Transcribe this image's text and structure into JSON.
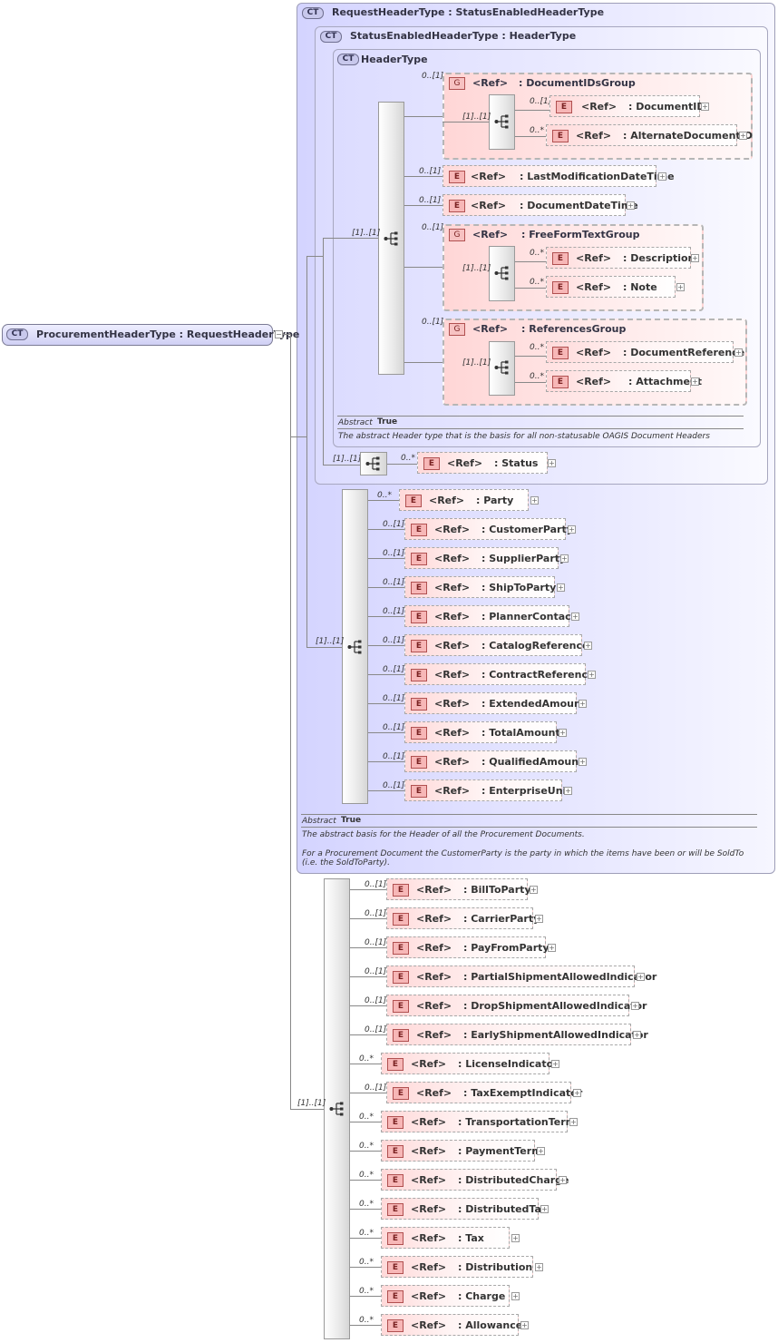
{
  "root": {
    "badge": "CT",
    "label": "ProcurementHeaderType : RequestHeaderType"
  },
  "request_header": {
    "badge": "CT",
    "label": "RequestHeaderType : StatusEnabledHeaderType"
  },
  "status_enabled": {
    "badge": "CT",
    "label": "StatusEnabledHeaderType : HeaderType"
  },
  "header_type": {
    "badge": "CT",
    "label": "HeaderType",
    "abstract_label": "Abstract",
    "abstract_value": "True",
    "doc": "The abstract Header type that is the basis for all non-statusable OAGIS Document Headers"
  },
  "common": {
    "ref": "<Ref>",
    "e": "E",
    "g": "G",
    "plus": "+"
  },
  "groups": {
    "doc_ids": {
      "card": "0..[1]",
      "seq_card": "[1]..[1]",
      "name": ": DocumentIDsGroup"
    },
    "free_form": {
      "card": "0..[1]",
      "seq_card": "[1]..[1]",
      "name": ": FreeFormTextGroup"
    },
    "references": {
      "card": "0..[1]",
      "seq_card": "[1]..[1]",
      "name": ": ReferencesGroup"
    }
  },
  "header_seq_card": "[1]..[1]",
  "elements": {
    "document_id": {
      "card": "0..[1]",
      "name": ": DocumentID"
    },
    "alternate_document_id": {
      "card": "0..*",
      "name": ": AlternateDocumentID"
    },
    "last_modification": {
      "card": "0..[1]",
      "name": ": LastModificationDateTime"
    },
    "document_date_time": {
      "card": "0..[1]",
      "name": ": DocumentDateTime"
    },
    "description": {
      "card": "0..*",
      "name": ": Description"
    },
    "note": {
      "card": "0..*",
      "name": ": Note"
    },
    "document_reference": {
      "card": "0..*",
      "name": ": DocumentReference"
    },
    "attachment": {
      "card": "0..*",
      "name": ": Attachment"
    },
    "status": {
      "card": "0..*",
      "name": ": Status"
    }
  },
  "status_seq_card": "[1]..[1]",
  "request_seq": {
    "card": "[1]..[1]",
    "items": [
      {
        "card": "0..*",
        "name": ": Party"
      },
      {
        "card": "0..[1]",
        "name": ": CustomerParty"
      },
      {
        "card": "0..[1]",
        "name": ": SupplierParty"
      },
      {
        "card": "0..[1]",
        "name": ": ShipToParty"
      },
      {
        "card": "0..[1]",
        "name": ": PlannerContact"
      },
      {
        "card": "0..[1]",
        "name": ": CatalogReference"
      },
      {
        "card": "0..[1]",
        "name": ": ContractReference"
      },
      {
        "card": "0..[1]",
        "name": ": ExtendedAmount"
      },
      {
        "card": "0..[1]",
        "name": ": TotalAmount"
      },
      {
        "card": "0..[1]",
        "name": ": QualifiedAmount"
      },
      {
        "card": "0..[1]",
        "name": ": EnterpriseUnit"
      }
    ]
  },
  "request_annotation": {
    "abstract_label": "Abstract",
    "abstract_value": "True",
    "doc1": "The abstract basis for the Header of all the Procurement Documents.",
    "doc2": "For a Procurement Document the CustomerParty is the party in which the items have been or will be SoldTo (i.e. the SoldToParty)."
  },
  "procurement_seq": {
    "card": "[1]..[1]",
    "items": [
      {
        "card": "0..[1]",
        "name": ": BillToParty"
      },
      {
        "card": "0..[1]",
        "name": ": CarrierParty"
      },
      {
        "card": "0..[1]",
        "name": ": PayFromParty"
      },
      {
        "card": "0..[1]",
        "name": ": PartialShipmentAllowedIndicator"
      },
      {
        "card": "0..[1]",
        "name": ": DropShipmentAllowedIndicator"
      },
      {
        "card": "0..[1]",
        "name": ": EarlyShipmentAllowedIndicator"
      },
      {
        "card": "0..*",
        "name": ": LicenseIndicator"
      },
      {
        "card": "0..[1]",
        "name": ": TaxExemptIndicator"
      },
      {
        "card": "0..*",
        "name": ": TransportationTerm"
      },
      {
        "card": "0..*",
        "name": ": PaymentTerm"
      },
      {
        "card": "0..*",
        "name": ": DistributedCharge"
      },
      {
        "card": "0..*",
        "name": ": DistributedTax"
      },
      {
        "card": "0..*",
        "name": ": Tax"
      },
      {
        "card": "0..*",
        "name": ": Distribution"
      },
      {
        "card": "0..*",
        "name": ": Charge"
      },
      {
        "card": "0..*",
        "name": ": Allowance"
      }
    ]
  }
}
